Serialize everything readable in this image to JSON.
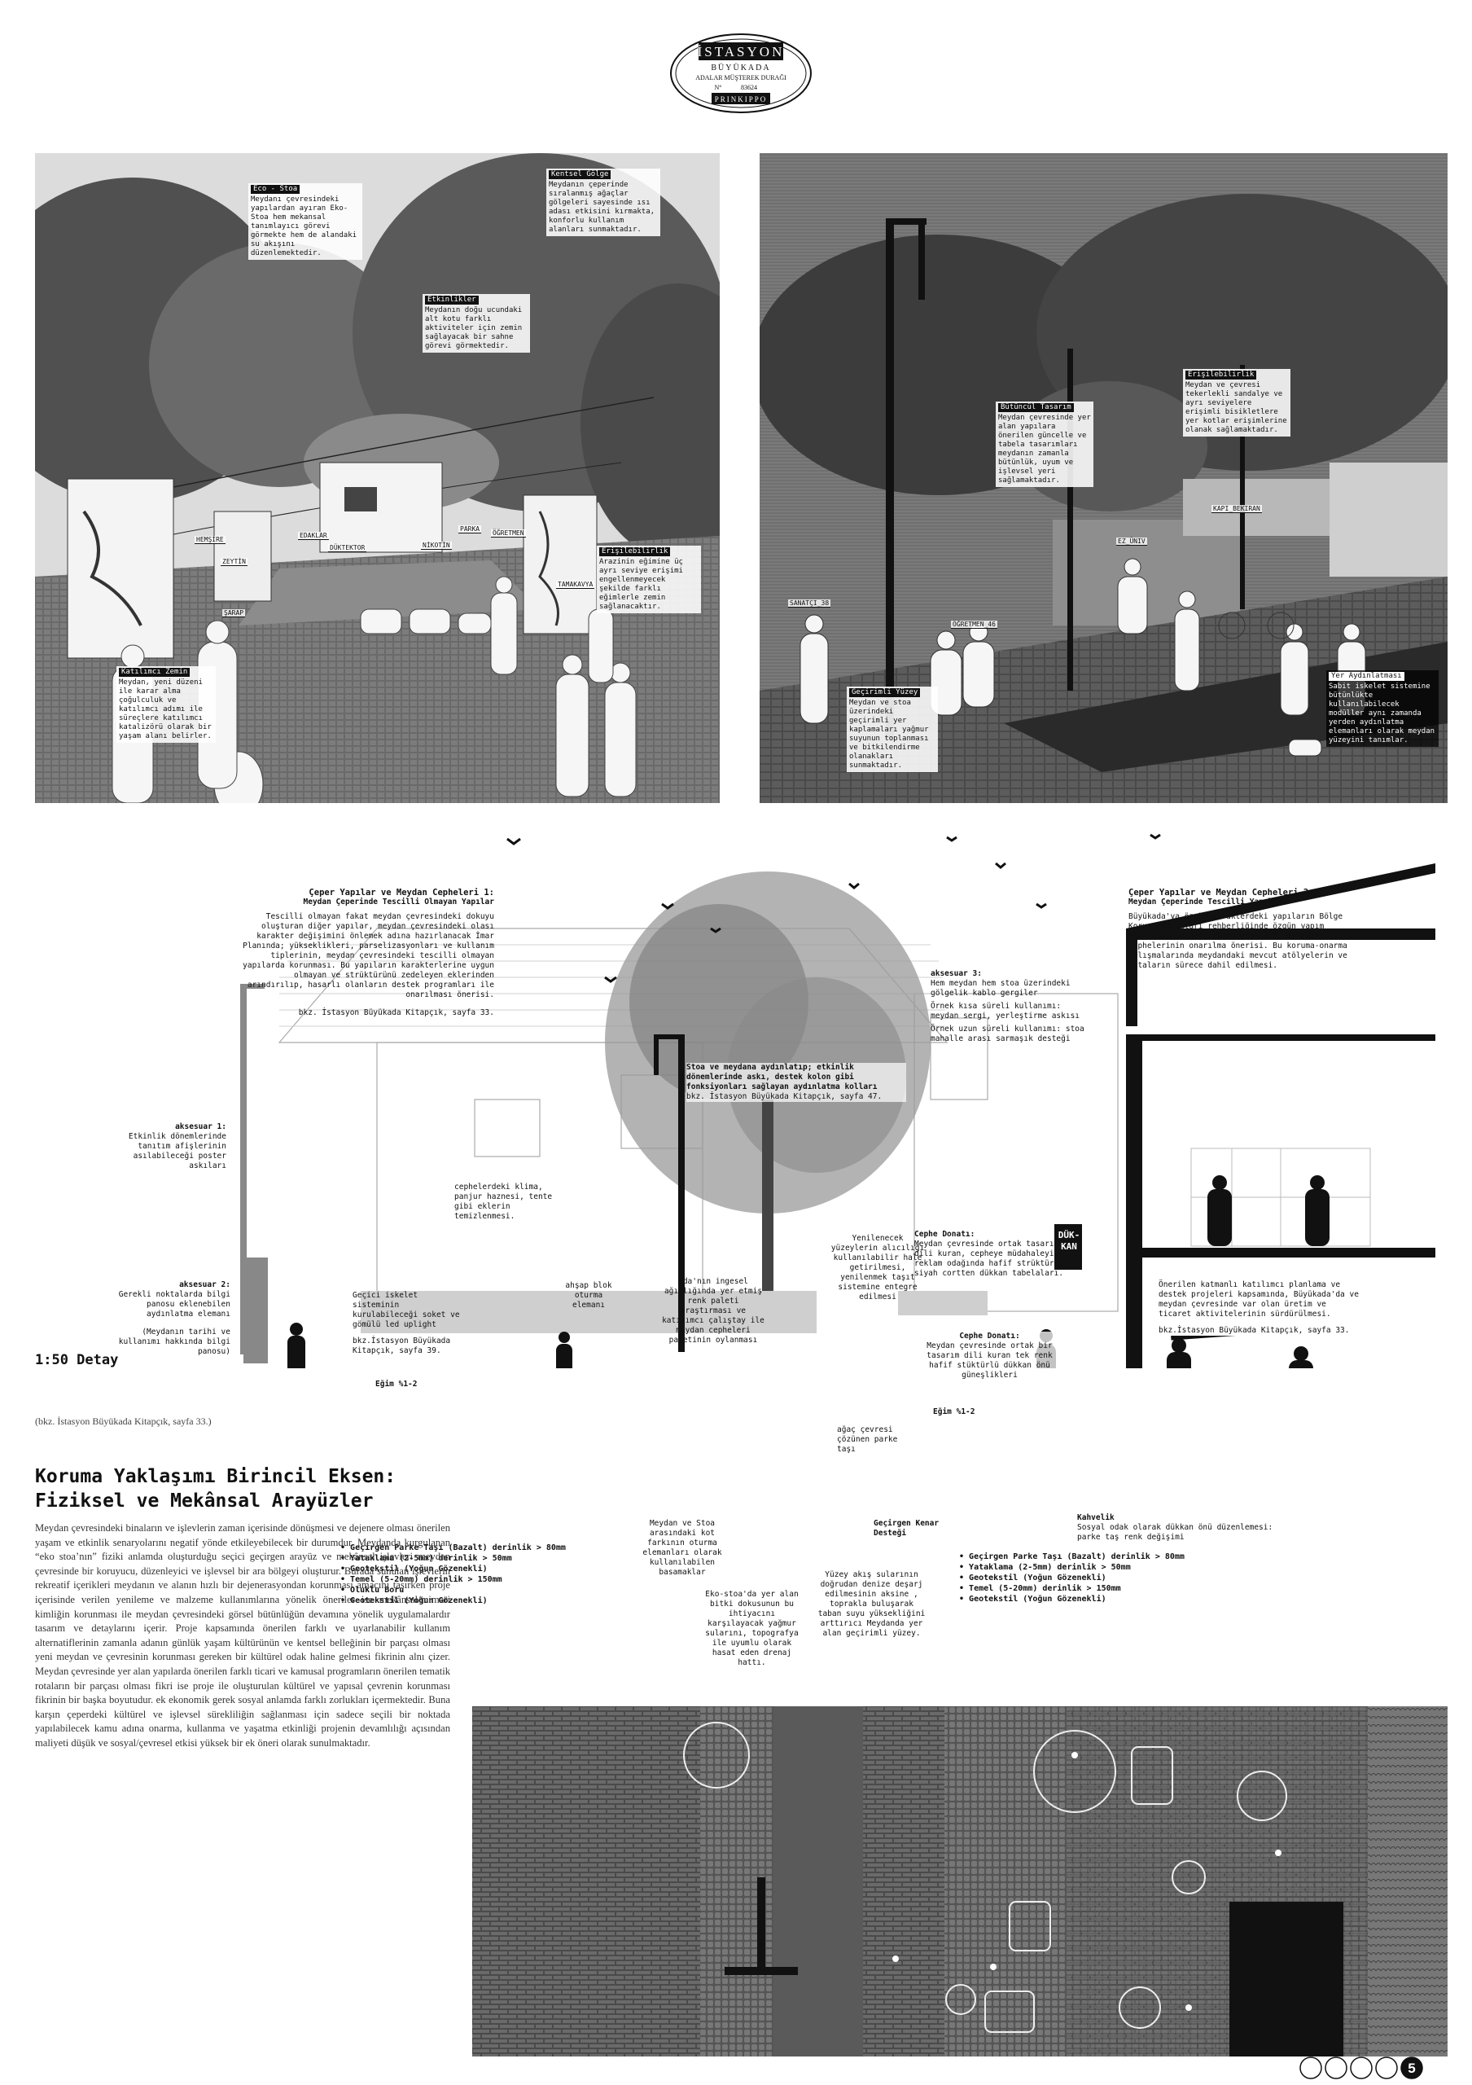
{
  "logo": {
    "title": "İSTASYON",
    "subtitle": "BÜYÜKADA",
    "line1": "ADALAR MÜŞTEREK DURAĞI",
    "line2_left": "N°",
    "line2_right": "83624",
    "bottom": "PRINKIPPO"
  },
  "render_left": {
    "eco_stoa": {
      "title": "Eco - Stoa",
      "text": "Meydanı çevresindeki yapılardan ayıran Eko-Stoa hem mekansal tanımlayıcı görevi görmekte hem de alandaki su akışını düzenlemektedir."
    },
    "kentsel_golge": {
      "title": "Kentsel Gölge",
      "text": "Meydanın çeperinde sıralanmış ağaçlar gölgeleri sayesinde ısı adası etkisini kırmakta, konforlu kullanım alanları sunmaktadır."
    },
    "etkinlikler": {
      "title": "Etkinlikler",
      "text": "Meydanın doğu ucundaki alt kotu farklı aktiviteler için zemin sağlayacak bir sahne görevi görmektedir."
    },
    "erisilebilirlik": {
      "title": "Erişilebilirlik",
      "text": "Arazinin eğimine üç ayrı seviye erişimi engellenmeyecek şekilde farklı eğimlerle zemin sağlanacaktır."
    },
    "katilimci": {
      "title": "Katılımcı Zemin",
      "text": "Meydan, yeni düzeni ile karar alma çoğulculuk ve katılımcı adımı ile süreçlere katılımcı katalizörü olarak bir yaşam alanı belirler."
    },
    "places": [
      "HEMŞİRE",
      "ZEYTİN",
      "EDAKLAR",
      "NİKOTİN",
      "PARKA",
      "DÜKTEKTOR",
      "ÖĞRETMEN",
      "ŞARAP",
      "TAMAKAVYA"
    ]
  },
  "render_right": {
    "butuncul": {
      "title": "Bütüncül Tasarım",
      "text": "Meydan çevresinde yer alan yapılara önerilen güncelle ve tabela tasarımları meydanın zamanla bütünlük, uyum ve işlevsel yeri sağlamaktadır."
    },
    "erisilebilirlik": {
      "title": "Erişilebilirlik",
      "text": "Meydan ve çevresi tekerlekli sandalye ve ayrı seviyelere erişimli bisikletlere yer kotlar erişimlerine olanak sağlamaktadır."
    },
    "gecirimli": {
      "title": "Geçirimli Yüzey",
      "text": "Meydan ve stoa üzerindeki geçirimli yer kaplamaları yağmur suyunun toplanması ve bitkilendirme olanakları sunmaktadır."
    },
    "yer_ayd": {
      "title": "Yer Aydınlatması",
      "text": "Sabit iskelet sistemine bütünlükte kullanılabilecek modüller aynı zamanda yerden aydınlatma elemanları olarak meydan yüzeyini tanımlar."
    },
    "places": [
      "SANATÇI_38",
      "ÖĞRETMEN_46",
      "EZ_ÜNIV",
      "KAPI_BEKIRAN"
    ]
  },
  "section": {
    "ceper1": {
      "title": "Çeper Yapılar ve Meydan Cepheleri 1:",
      "subtitle": "Meydan Çeperinde Tescilli Olmayan Yapılar",
      "text": "Tescilli olmayan fakat meydan çevresindeki dokuyu oluşturan diğer yapılar, meydan çevresindeki olası karakter değişimini önlemek adına hazırlanacak İmar Planında; yükseklikleri, parselizasyonları ve kullanım tiplerinin, meydan çevresindeki tescilli olmayan yapılarda korunması. Bu yapıların karakterlerine uygun olmayan ve strüktürünü zedeleyen eklerinden arındırılıp, hasarlı olanların destek programları ile onarılması önerisi.",
      "ref": "bkz. İstasyon Büyükada Kitapçık, sayfa 33."
    },
    "ceper2": {
      "title": "Çeper Yapılar ve Meydan Cepheleri 2:",
      "subtitle": "Meydan Çeperinde Tescilli Yapılar",
      "text": "Büyükada'ya özgün karakterdeki yapıların Bölge Koruma Kurulları rehberliğinde özgün yapım tekniklerine göre restore edilip, strüktür ve cephelerinin onarılma önerisi. Bu koruma-onarma çalışmalarında meydandaki mevcut atölyelerin ve ustaların sürece dahil edilmesi."
    },
    "aksesuar1": {
      "title": "aksesuar 1:",
      "text": "Etkinlik dönemlerinde tanıtım afişlerinin asılabileceği poster askıları"
    },
    "aksesuar2": {
      "title": "aksesuar 2:",
      "text": "Gerekli noktalarda bilgi panosu eklenebilen aydınlatma elemanı",
      "note": "(Meydanın tarihi ve kullanımı hakkında bilgi panosu)"
    },
    "aksesuar3": {
      "title": "aksesuar 3:",
      "text": "Hem meydan hem stoa üzerindeki gölgelik kablo gergiler",
      "note1": "Örnek kısa süreli kullanımı: meydan sergi, yerleştirme askısı",
      "note2": "Örnek uzun süreli kullanımı: stoa mahalle arası sarmaşık desteği"
    },
    "stoa": {
      "title": "Stoa ve meydana aydınlatıp; etkinlik dönemlerinde askı, destek kolon gibi fonksiyonları sağlayan aydınlatma kolları"
    },
    "stoa_ref": "bkz. İstasyon Büyükada Kitapçık, sayfa 47.",
    "cepherde": "cephelerdeki klima, panjur haznesi, tente gibi eklerin temizlenmesi.",
    "gecici": {
      "text": "Geçici iskelet sisteminin kurulabileceği soket ve gömülü led uplight",
      "ref": "bkz.İstasyon Büyükada Kitapçık, sayfa 39."
    },
    "ahsap": "ahşap blok oturma elemanı",
    "ada": "Ada'nın ingesel ağırlığında yer etmiş renk paleti araştırması ve katılımcı çalıştay ile meydan cepheleri paletinin oylanması",
    "yenilenme": "Yenilenecek yüzeylerin alıcılığı kullanılabilir hale getirilmesi, yenilenmek taşıt sistemine entegre edilmesi",
    "cephe1": {
      "title": "Cephe Donatı:",
      "text": "Meydan çevresinde ortak tasarım dili kuran, cepheye müdahaleyi reklam odağında hafif strüktürlü siyah cortten dükkan tabelaları."
    },
    "cephe2": {
      "title": "Cephe Donatı:",
      "text": "Meydan çevresinde ortak bir tasarım dili kuran tek renk hafif stüktürlü dükkan önü güneşlikleri"
    },
    "sign": [
      "DÜK-",
      "KAN"
    ],
    "onerilen": {
      "text": "Önerilen katmanlı katılımcı planlama ve destek projeleri kapsamında, Büyükada'da ve meydan çevresinde var olan üretim ve ticaret aktivitelerinin sürdürülmesi.",
      "ref": "bkz.İstasyon Büyükada Kitapçık, sayfa 33."
    },
    "egim1": "Eğim %1-2",
    "egim2": "Eğim %1-2",
    "agac": "ağaç çevresi çözünen parke taşı",
    "meydan_stoa": "Meydan ve Stoa arasındaki kot farkının oturma elemanları olarak kullanılabilen basamaklar",
    "eko_stoa": "Eko-stoa'da yer alan bitki dokusunun bu ihtiyacını karşılayacak yağmur sularını, topografya ile uyumlu olarak hasat eden drenaj hattı.",
    "gecirgen": "Geçirgen Kenar Desteği",
    "yuzey": "Yüzey akış sularının doğrudan denize deşarj edilmesinin aksine , toprakla buluşarak taban suyu yüksekliğini arttırıcı Meydanda yer alan geçirimli yüzey.",
    "kahvelik": {
      "title": "Kahvelik",
      "text": "Sosyal odak olarak dükkan önü düzenlemesi: parke taş renk değişimi"
    },
    "layers_left": [
      "Geçirgen Parke Taşı (Bazalt) derinlik > 80mm",
      "Yataklama (2-5mm) derinlik > 50mm",
      "Geotekstil (Yoğun Gözenekli)",
      "Temel (5-20mm) derinlik > 150mm",
      "Oluklu Boru",
      "Geotekstil (Yoğun Gözenekli)"
    ],
    "layers_right": [
      "Geçirgen Parke Taşı (Bazalt) derinlik > 80mm",
      "Yataklama (2-5mm) derinlik > 50mm",
      "Geotekstil (Yoğun Gözenekli)",
      "Temel (5-20mm) derinlik > 150mm",
      "Geotekstil (Yoğun Gözenekli)"
    ]
  },
  "detail_label": "1:50 Detay",
  "ref_caption": "(bkz. İstasyon Büyükada Kitapçık, sayfa 33.)",
  "body": {
    "title_line1": "Koruma Yaklaşımı Birincil Eksen:",
    "title_line2": "Fiziksel ve Mekânsal Arayüzler",
    "text": "Meydan çevresindeki binaların ve işlevlerin zaman içerisinde dönüşmesi ve dejenere olması önerilen yaşam ve etkinlik senaryolarını negatif yönde etkileyebilecek bir durumdur. Meydanda kurgulanan “eko stoa’nın” fiziki anlamda oluşturduğu seçici geçirgen arayüz ve mekânsal işlevleri meydan çevresinde bir koruyucu, düzenleyici ve işlevsel bir ara bölgeyi oluşturur. Burada sunulan işlevlerin rekreatif içerikleri meydanın ve alanın hızlı bir dejenerasyondan korunması amacını taşırken proje içerisinde verilen yenileme ve malzeme kullanımlarına yönelik öneriler ise mekânsal/mimari kimliğin korunması ile meydan çevresindeki görsel bütünlüğün devamına yönelik uygulamalardır tasarım ve detaylarını içerir. Proje kapsamında önerilen farklı ve uyarlanabilir kullanım alternatiflerinin zamanla adanın günlük yaşam kültürünün ve kentsel belleğinin bir parçası olması yeni meydan ve çevresinin korunması gereken bir kültürel odak haline gelmesi fikrinin alnı çizer. Meydan çevresinde yer alan yapılarda önerilen farklı ticari ve kamusal programların önerilen tematik rotaların bir parçası olması fikri ise proje ile oluşturulan kültürel ve yapısal çevrenin korunması fikrinin bir başka boyutudur. ek ekonomik gerek sosyal anlamda farklı zorlukları içermektedir. Buna karşın çeperdeki kültürel ve işlevsel sürekliliğin sağlanması için sadece seçili bir noktada yapılabilecek kamu adına onarma, kullanma ve yaşatma etkinliği projenin devamlılığı açısından maliyeti düşük ve sosyal/çevresel etkisi yüksek bir ek öneri olarak sunulmaktadır."
  },
  "pager": {
    "total": 5,
    "current": "5"
  },
  "colors": {
    "ink": "#111111",
    "paper": "#ffffff",
    "mid": "#8a8a8a"
  }
}
